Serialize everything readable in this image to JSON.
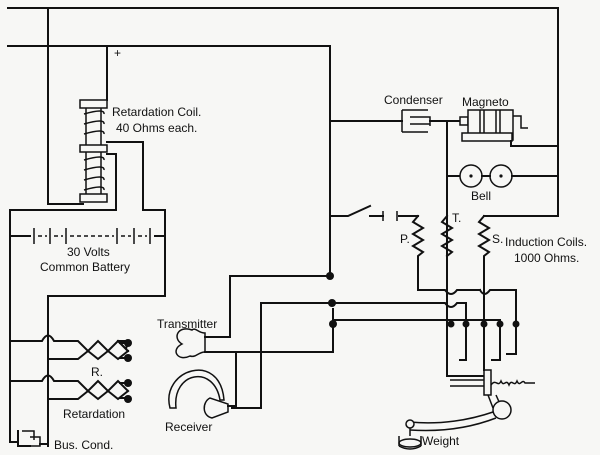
{
  "title": "Common battery telephone circuit diagram",
  "labels": {
    "plus": "+",
    "retardation_coil_1": "Retardation Coil.",
    "retardation_coil_2": "40 Ohms each.",
    "battery_1": "30 Volts",
    "battery_2": "Common Battery",
    "condenser": "Condenser",
    "magneto": "Magneto",
    "bell": "Bell",
    "primary": "P.",
    "tertiary": "T.",
    "secondary": "S.",
    "induction_1": "Induction Coils.",
    "induction_2": "1000 Ohms.",
    "transmitter": "Transmitter",
    "receiver": "Receiver",
    "r": "R.",
    "retardation": "Retardation",
    "bus_cond": "Bus. Cond.",
    "weight": "Weight"
  }
}
